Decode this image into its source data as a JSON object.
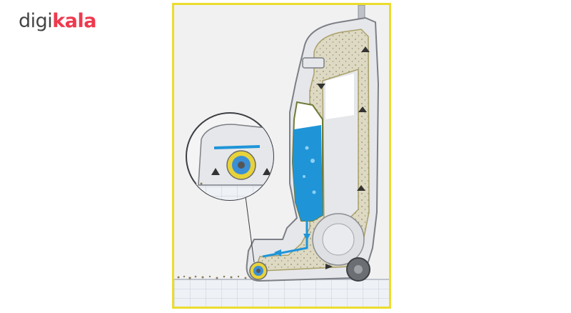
{
  "brand": {
    "name_part1": "digi",
    "name_part2": "kala",
    "color_gray": "#454545",
    "color_red": "#ef394e"
  },
  "illustration": {
    "frame_color": "#ecdc2d",
    "body_color": "#e6e7ea",
    "clean_water_color": "#1f95d8",
    "dirty_water_color": "#ddd9c2",
    "floor_color": "#eef1f6",
    "icons": [
      "vacuum-cleaner-diagram",
      "magnifier-callout",
      "brush-roller",
      "flow-arrow"
    ]
  }
}
